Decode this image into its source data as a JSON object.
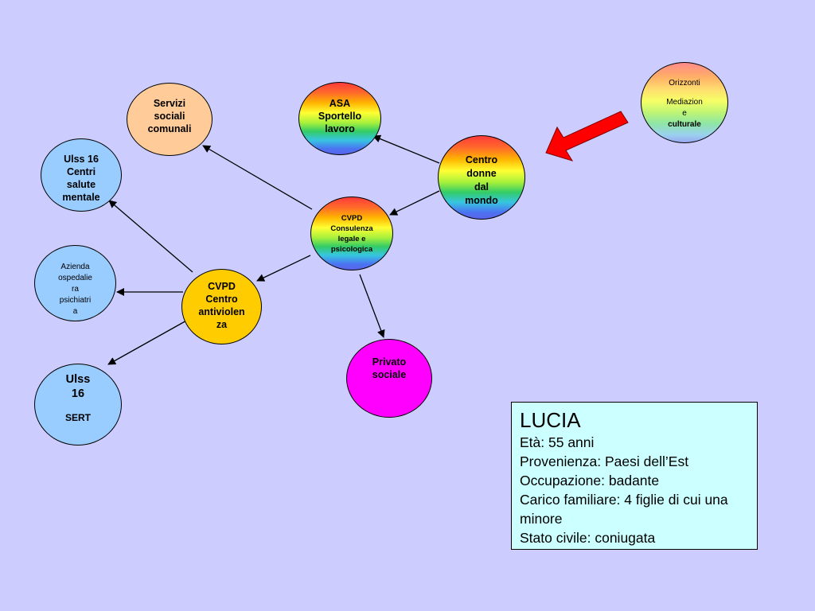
{
  "nodes": {
    "servizi": {
      "label": "Servizi\nsociali\ncomunali",
      "color": "#ffcc99"
    },
    "asa": {
      "label": "ASA\nSportello\nlavoro",
      "fill": "rainbow"
    },
    "ulss16_centri": {
      "label": "Ulss 16\nCentri\nsalute\nmentale",
      "color": "#99ccff"
    },
    "centro_donne": {
      "label": "Centro\ndonne\ndal\nmondo",
      "fill": "rainbow"
    },
    "orizzonti": {
      "line1": "Orizzonti",
      "line2": "Mediazion\ne",
      "line3": "culturale",
      "fill": "rainbow-soft"
    },
    "cvpd_consulenza": {
      "label": "CVPD\nConsulenza\nlegale e\npsicologica",
      "fill": "rainbow"
    },
    "azienda": {
      "label": "Azienda\nospedalie\nra\npsichiatri\na",
      "color": "#99ccff"
    },
    "cvpd_centro": {
      "label": "CVPD\nCentro\nantiviolen\nza",
      "color": "#ffcc00"
    },
    "privato": {
      "label": "Privato\nsociale",
      "color": "#ff00ff"
    },
    "ulss16_sert": {
      "line1": "Ulss\n16",
      "line2": "SERT",
      "color": "#99ccff"
    }
  },
  "info": {
    "title": "LUCIA",
    "lines": [
      "Età: 55 anni",
      "Provenienza: Paesi dell’Est",
      "Occupazione: badante",
      "Carico familiare: 4 figlie di cui una minore",
      "Stato civile: coniugata"
    ]
  },
  "colors": {
    "background": "#ccccff",
    "arrow_red": "#ff0000",
    "info_box": "#ccffff"
  }
}
